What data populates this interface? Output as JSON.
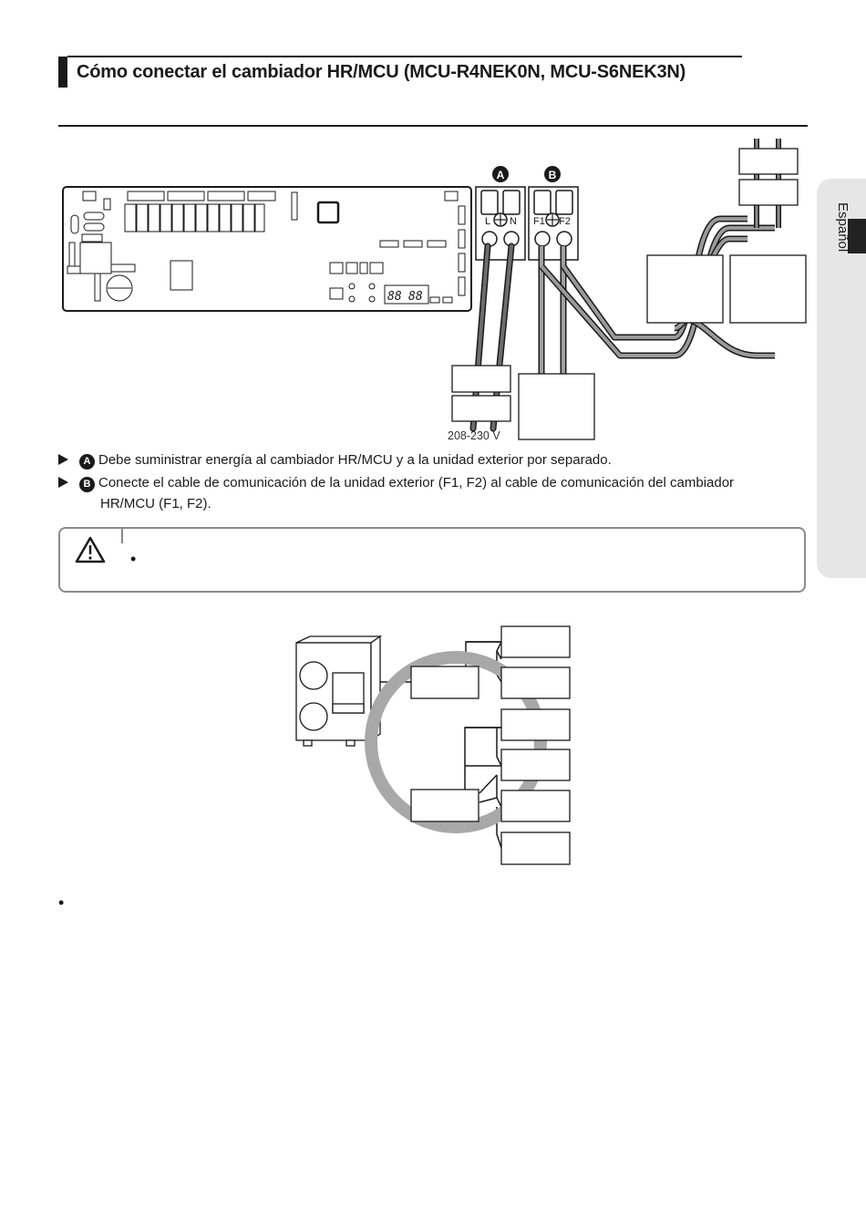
{
  "header": {
    "title": "Cómo conectar el cambiador HR/MCU (MCU-R4NEK0N, MCU-S6NEK3N)"
  },
  "side_tab": {
    "label": "Español"
  },
  "diagram": {
    "marker_a": "A",
    "marker_b": "B",
    "terminal_l": "L",
    "terminal_n": "N",
    "terminal_f1": "F1",
    "terminal_f2": "F2",
    "voltage_label": "208-230 V",
    "display_left": "88",
    "display_right": "88"
  },
  "notes": [
    {
      "marker": "A",
      "text": "Debe suministrar energía al cambiador HR/MCU y a la unidad exterior por separado."
    },
    {
      "marker": "B",
      "text": "Conecte el cable de comunicación de la unidad exterior (F1, F2) al cable de comunicación del cambiador",
      "continuation": "HR/MCU (F1, F2)."
    }
  ],
  "caution": {
    "icon": "warning-triangle-icon",
    "bullet": "•"
  },
  "bottom": {
    "bullet": "•"
  },
  "colors": {
    "text": "#1a1a1a",
    "cable_gray": "#8c8c8c",
    "ring_gray": "#a8a8a8",
    "side_tab": "#e6e6e6"
  }
}
